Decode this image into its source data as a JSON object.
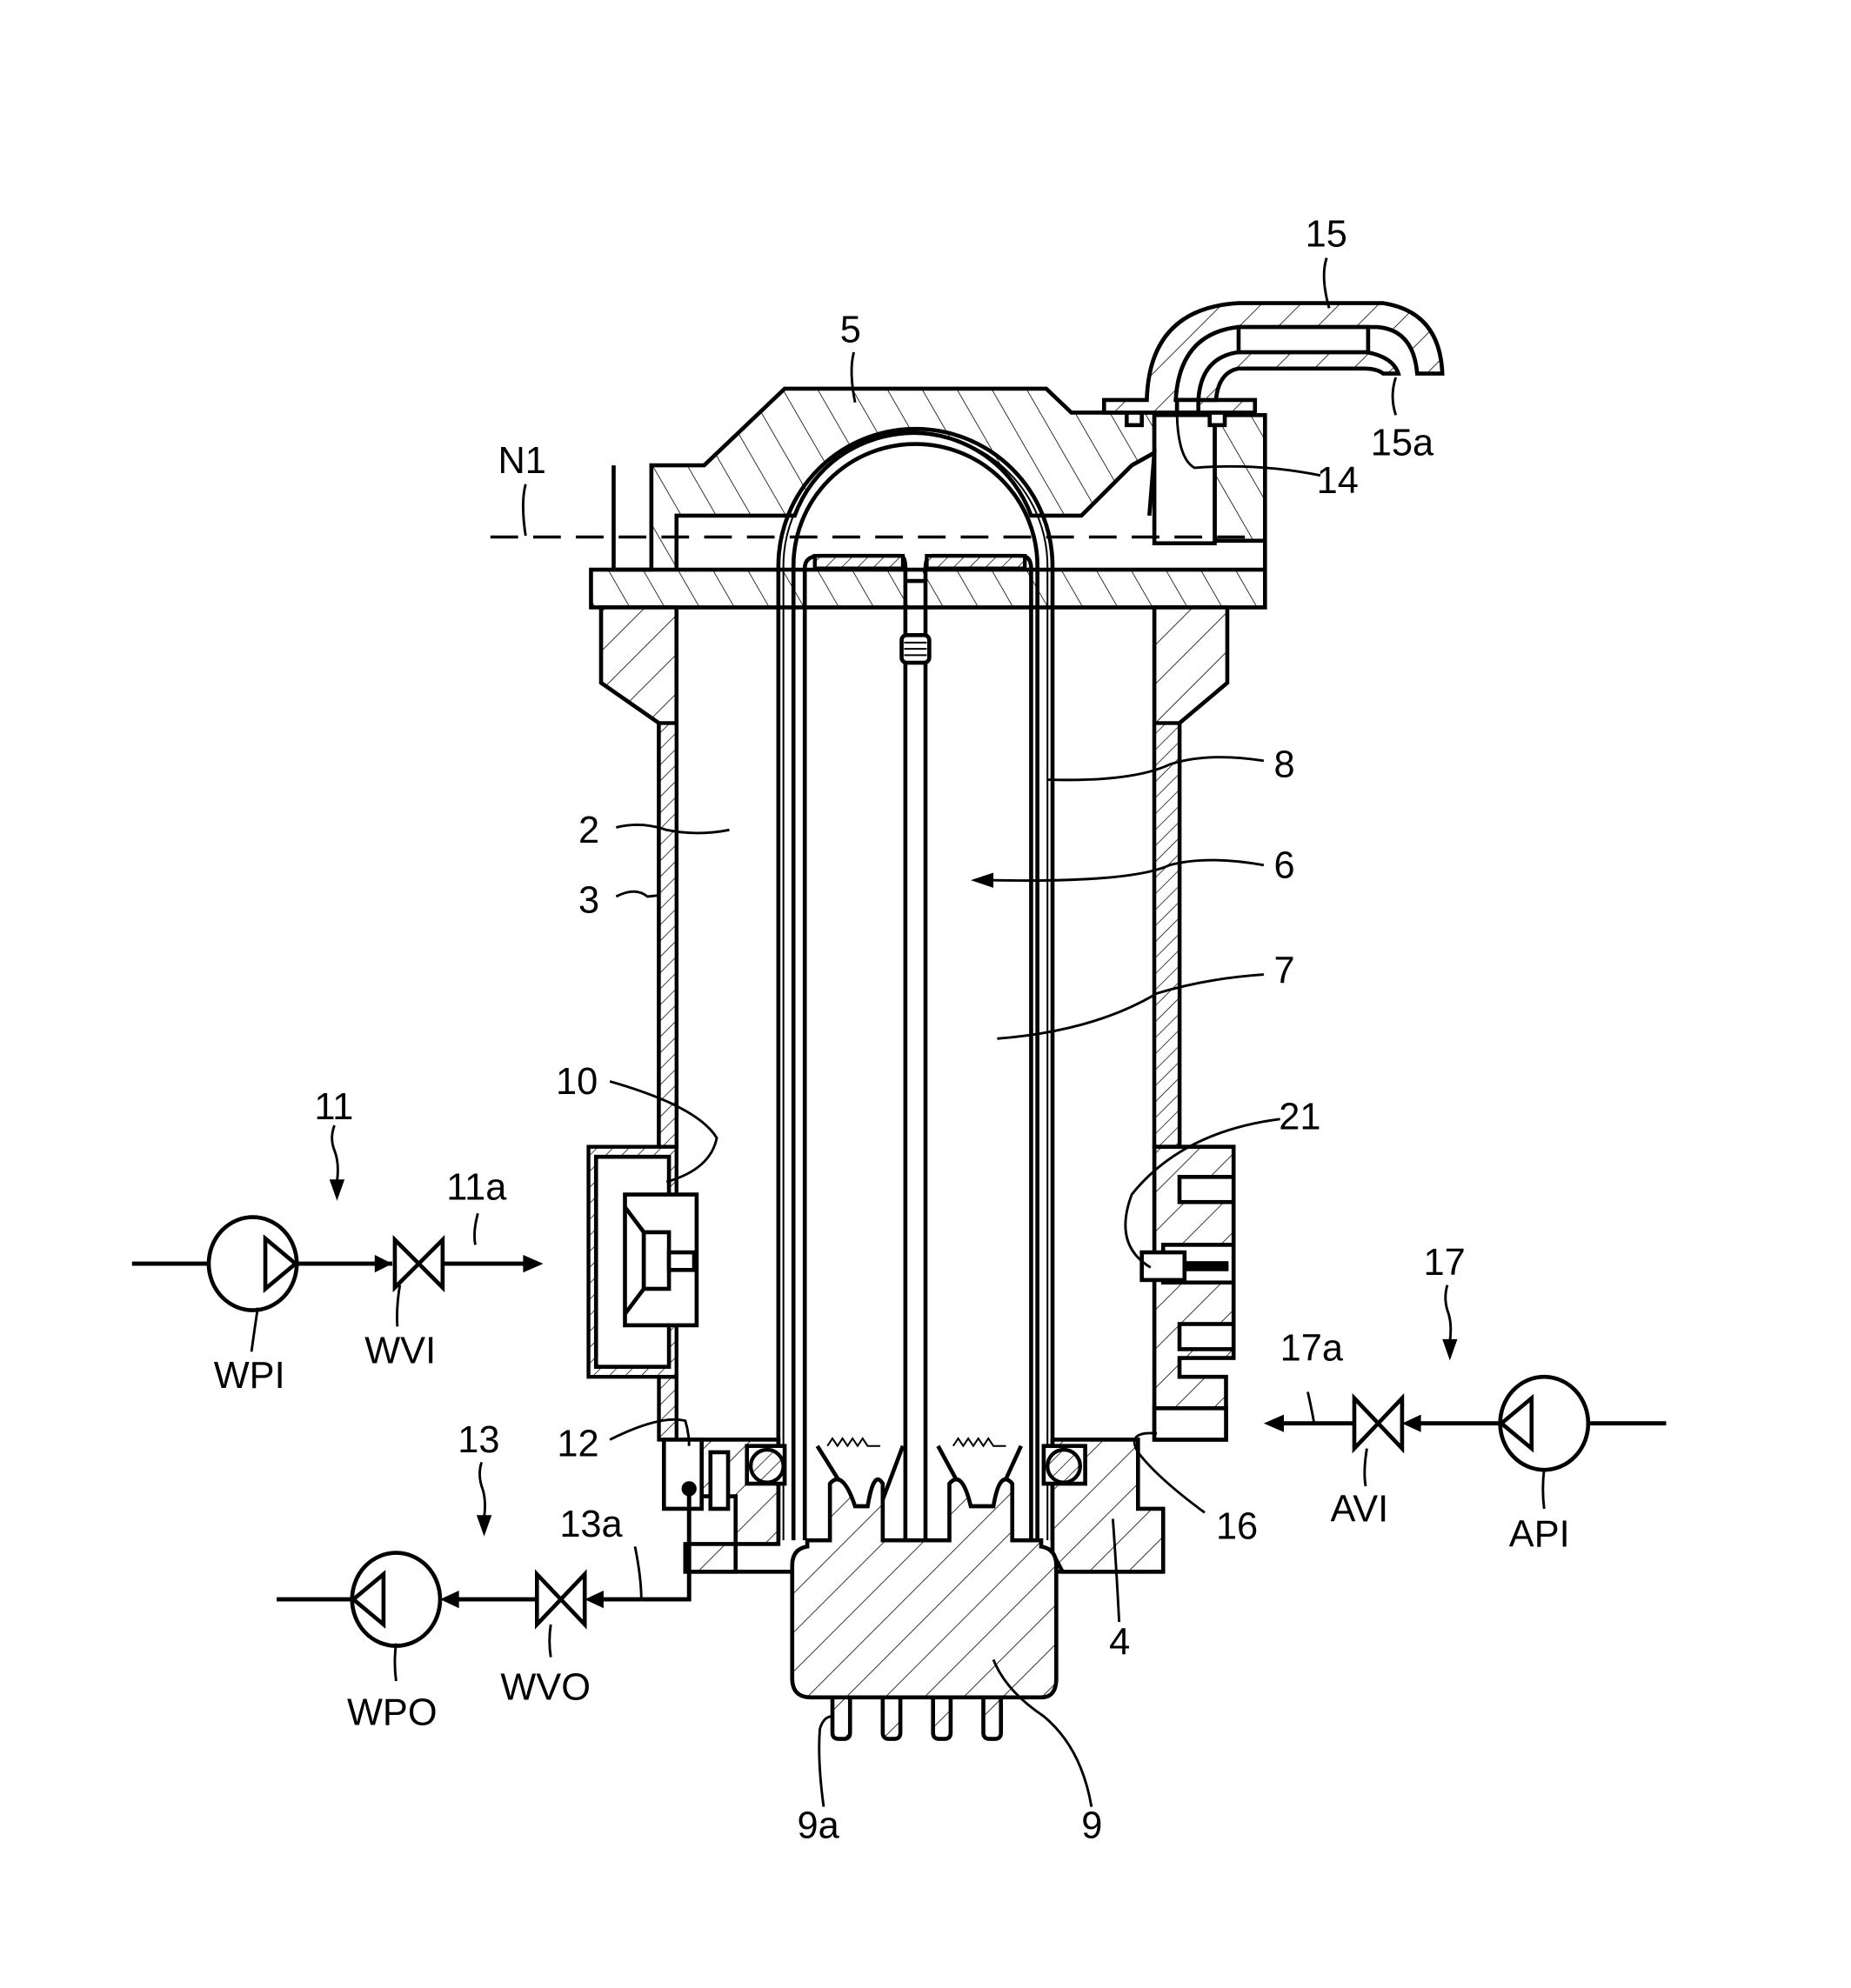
{
  "figure": {
    "type": "patent cross-section drawing",
    "reference_labels": {
      "tank_space": "2",
      "tank_wall": "3",
      "base_flange": "4",
      "cap": "5",
      "sensor_unit": "6",
      "inner_element": "7",
      "outer_tube": "8",
      "connector": "9",
      "connector_pins": "9a",
      "inlet_port": "10",
      "water_inlet_system": "11",
      "water_inlet_line": "11a",
      "drain_port": "12",
      "water_outlet_system": "13",
      "water_outlet_line": "13a",
      "vent_passage": "14",
      "vent_pipe": "15",
      "vent_pipe_opening": "15a",
      "air_port": "16",
      "air_inlet_system": "17",
      "air_inlet_line": "17a",
      "side_sensor": "21",
      "water_level_line": "N1"
    },
    "components": {
      "water_pump_in": "WPI",
      "water_valve_in": "WVI",
      "water_pump_out": "WPO",
      "water_valve_out": "WVO",
      "air_pump_in": "API",
      "air_valve_in": "AVI"
    }
  }
}
